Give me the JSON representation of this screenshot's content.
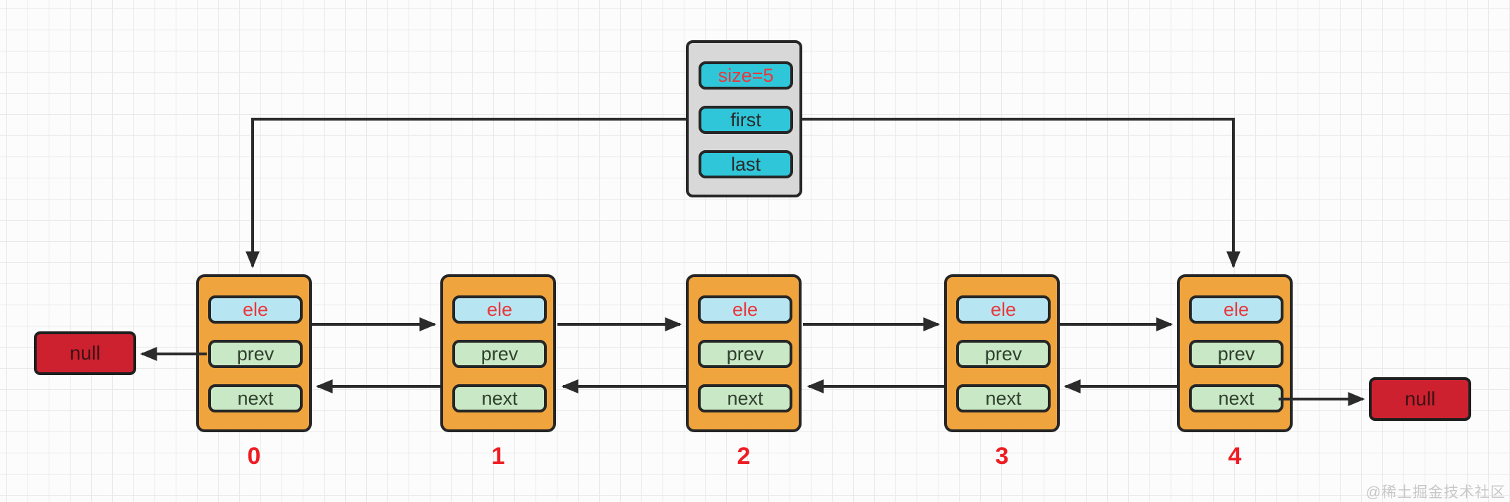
{
  "diagram": {
    "title_hint": "doubly linked list with header object",
    "header": {
      "size_label": "size=5",
      "first_label": "first",
      "last_label": "last"
    },
    "nodes": [
      {
        "index": "0",
        "fields": [
          "ele",
          "prev",
          "next"
        ]
      },
      {
        "index": "1",
        "fields": [
          "ele",
          "prev",
          "next"
        ]
      },
      {
        "index": "2",
        "fields": [
          "ele",
          "prev",
          "next"
        ]
      },
      {
        "index": "3",
        "fields": [
          "ele",
          "prev",
          "next"
        ]
      },
      {
        "index": "4",
        "fields": [
          "ele",
          "prev",
          "next"
        ]
      }
    ],
    "null_left": {
      "label": "null"
    },
    "null_right": {
      "label": "null"
    },
    "connections": [
      {
        "from": "header.first",
        "to": "node0.top",
        "type": "pointer"
      },
      {
        "from": "header.last",
        "to": "node4.top",
        "type": "pointer"
      },
      {
        "from": "node0.next",
        "to": "node1",
        "type": "next"
      },
      {
        "from": "node1.next",
        "to": "node2",
        "type": "next"
      },
      {
        "from": "node2.next",
        "to": "node3",
        "type": "next"
      },
      {
        "from": "node3.next",
        "to": "node4",
        "type": "next"
      },
      {
        "from": "node4.next",
        "to": "null_right",
        "type": "next"
      },
      {
        "from": "node0.prev",
        "to": "null_left",
        "type": "prev"
      },
      {
        "from": "node1.prev",
        "to": "node0",
        "type": "prev"
      },
      {
        "from": "node2.prev",
        "to": "node1",
        "type": "prev"
      },
      {
        "from": "node3.prev",
        "to": "node2",
        "type": "prev"
      },
      {
        "from": "node4.prev",
        "to": "node3",
        "type": "prev"
      }
    ],
    "watermark": "@稀土掘金技术社区",
    "colors": {
      "node_fill": "#f0a43d",
      "ele_fill": "#b7e6f2",
      "prev_next_fill": "#c9e8c5",
      "header_fill": "#d8d8d8",
      "header_button_fill": "#2fc6d9",
      "null_fill": "#ce2130",
      "accent_red_text": "#e8383d",
      "index_label_red": "#ee1d23",
      "arrow_stroke": "#2b2b2b",
      "grid_line": "#e9e9e9"
    }
  }
}
